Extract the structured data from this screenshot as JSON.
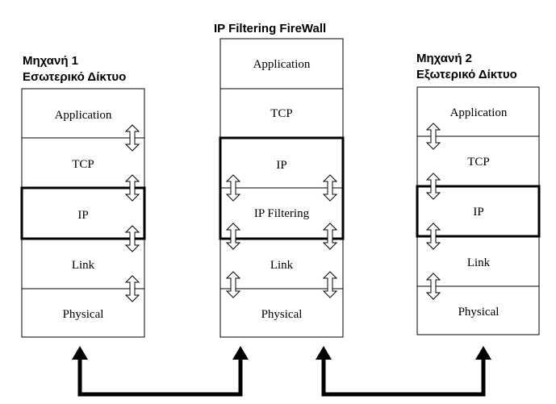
{
  "firewall": {
    "title": "IP Filtering FireWall",
    "layers": [
      "Application",
      "TCP",
      "IP",
      "IP Filtering",
      "Link",
      "Physical"
    ]
  },
  "machine1": {
    "title_line1": "Μηχανή 1",
    "title_line2": "Εσωτερικό Δίκτυο",
    "layers": [
      "Application",
      "TCP",
      "IP",
      "Link",
      "Physical"
    ]
  },
  "machine2": {
    "title_line1": "Μηχανή 2",
    "title_line2": "Εξωτερικό Δίκτυο",
    "layers": [
      "Application",
      "TCP",
      "IP",
      "Link",
      "Physical"
    ]
  },
  "colors": {
    "line": "#000000",
    "background": "#ffffff"
  },
  "icons": [
    "double-arrow-icon",
    "connection-arrow"
  ]
}
